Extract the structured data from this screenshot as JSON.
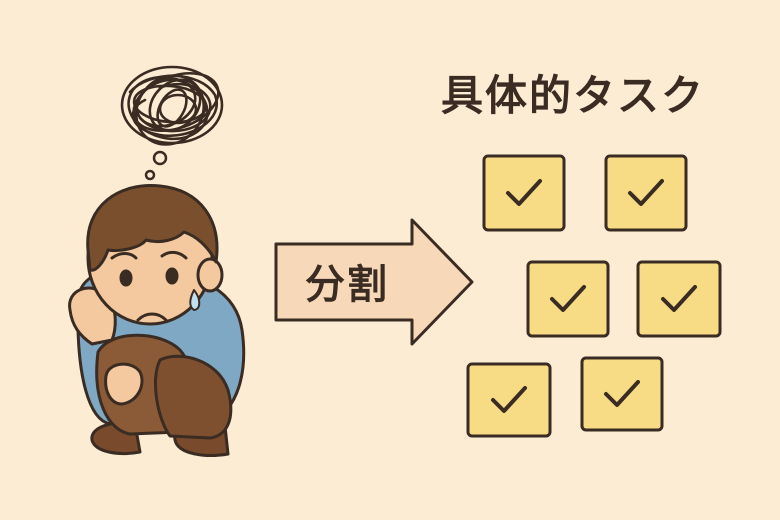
{
  "title": "具体的タスク",
  "arrow_label": "分割",
  "colors": {
    "background": "#fbecd3",
    "outline": "#3a2c22",
    "task_fill": "#f7dc85",
    "arrow_fill": "#f7d8b8",
    "shirt": "#7ea8c4",
    "pants": "#8b5a36",
    "hair": "#7a4f2e",
    "skin": "#f5c9a0"
  },
  "figure": {
    "icon": "worried-person-icon",
    "thought": "tangled-thought-bubble-icon"
  },
  "tasks": [
    {
      "icon": "checkmark-icon",
      "state": "checked"
    },
    {
      "icon": "checkmark-icon",
      "state": "checked"
    },
    {
      "icon": "checkmark-icon",
      "state": "checked"
    },
    {
      "icon": "checkmark-icon",
      "state": "checked"
    },
    {
      "icon": "checkmark-icon",
      "state": "checked"
    },
    {
      "icon": "checkmark-icon",
      "state": "checked"
    }
  ]
}
